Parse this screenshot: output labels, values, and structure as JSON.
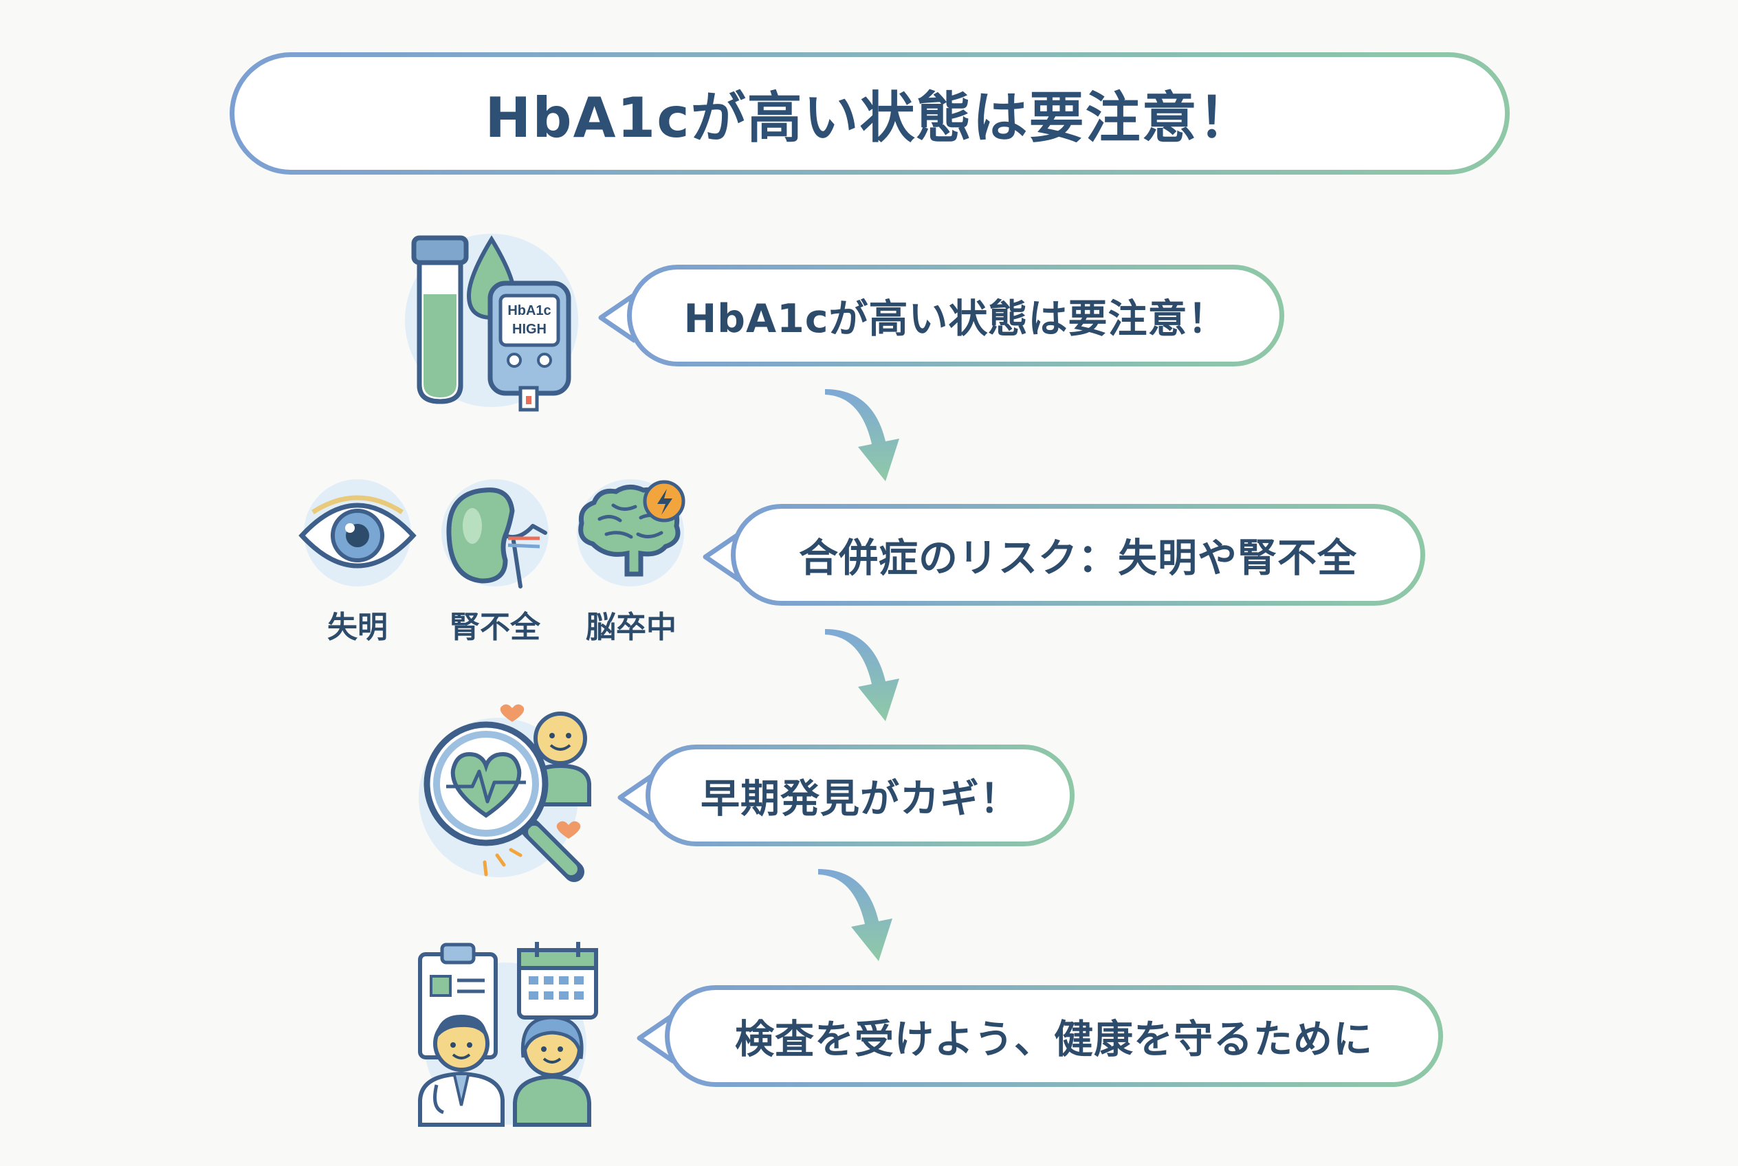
{
  "title": "HbA1cが高い状態は要注意！",
  "steps": [
    {
      "text": "HbA1cが高い状態は要注意！",
      "meter_line1": "HbA1c",
      "meter_line2": "HIGH"
    },
    {
      "text": "合併症のリスク：失明や腎不全",
      "labels": [
        "失明",
        "腎不全",
        "脳卒中"
      ]
    },
    {
      "text": "早期発見がカギ！"
    },
    {
      "text": "検査を受けよう、健康を守るために"
    }
  ],
  "colors": {
    "navy_text": "#2d4b6b",
    "gradient_blue": "#7c9fd2",
    "gradient_green": "#8fc8a6",
    "icon_bg": "#e2eef7",
    "icon_green": "#8cc49c",
    "outline": "#3d5f8a",
    "accent_orange": "#f2a53c"
  }
}
